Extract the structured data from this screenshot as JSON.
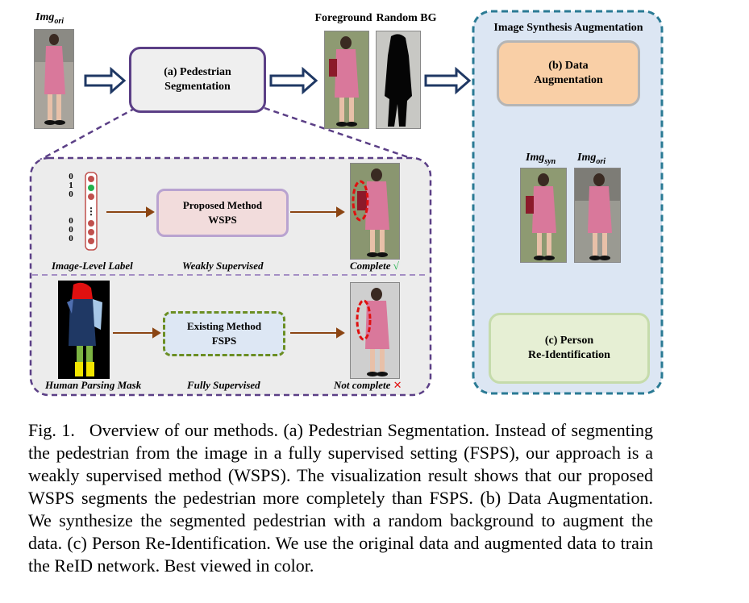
{
  "labels": {
    "img_ori_top": "Img",
    "img_ori_top_sub": "ori",
    "foreground": "Foreground",
    "random_bg": "Random BG",
    "isa_title": "Image Synthesis Augmentation",
    "img_syn": "Img",
    "img_syn_sub": "syn",
    "img_ori_right": "Img",
    "img_ori_right_sub": "ori"
  },
  "boxes": {
    "pedestrian_segmentation": "(a) Pedestrian\nSegmentation",
    "data_augmentation": "(b) Data\nAugmentation",
    "person_reid": "(c) Person\nRe-Identification",
    "wsps": "Proposed Method\nWSPS",
    "fsps": "Existing Method\nFSPS"
  },
  "panel": {
    "image_level_label": "Image-Level Label",
    "weakly_supervised": "Weakly Supervised",
    "complete": "Complete",
    "complete_mark": "√",
    "human_parsing_mask": "Human Parsing Mask",
    "fully_supervised": "Fully Supervised",
    "not_complete": "Not complete",
    "not_complete_mark": "✕",
    "label_vector": [
      "0",
      "1",
      "0",
      "0",
      "0",
      "0"
    ]
  },
  "caption": {
    "fig": "Fig. 1.",
    "text": "Overview of our methods. (a) Pedestrian Segmentation. Instead of segmenting the pedestrian from the image in a fully supervised setting (FSPS), our approach is a weakly supervised method (WSPS). The visualization result shows that our proposed WSPS segments the pedestrian more completely than FSPS. (b) Data Augmentation. We synthesize the segmented pedestrian with a random background to augment the data. (c) Person Re-Identification. We use the original data and augmented data to train the ReID network. Best viewed in color."
  },
  "colors": {
    "purple": "#5b3f86",
    "teal": "#2a7a94",
    "panel_bg": "#ececec",
    "isa_bg": "#dce6f3",
    "orange_box": "#f9cfa6",
    "green_box": "#e6efd4",
    "pink_box": "#f2dcdc",
    "blue_box": "#dde7f4",
    "navy_arrow": "#1f3864",
    "brown_arrow": "#8b4513",
    "red_dash": "#e01010"
  }
}
